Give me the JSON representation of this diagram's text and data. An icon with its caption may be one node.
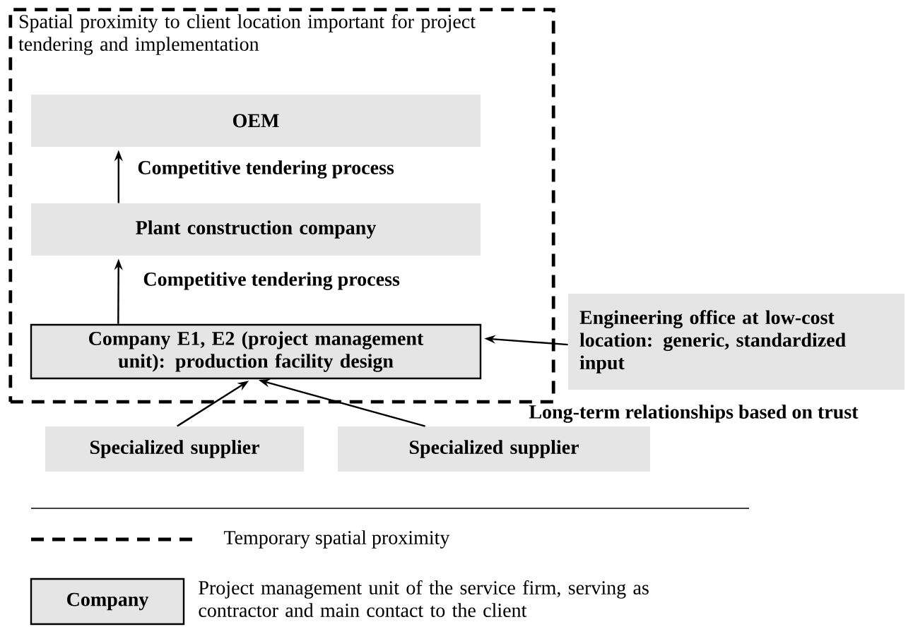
{
  "diagram": {
    "nodes": [
      {
        "text": [
          "Spatial proximity to client location important for project tendering and implementation"
        ]
      },
      {
        "text": [
          "OEM"
        ],
        "in": 0
      },
      {
        "text": [
          "Plant construction company"
        ],
        "in": 0
      },
      {
        "text": [
          "Company E1, E2 (project management unit): production facility design"
        ],
        "in": 0
      },
      {
        "text": [
          "Engineering office at low-cost location: generic, standardized input"
        ]
      },
      {
        "text": [
          "Specialized supplier"
        ]
      },
      {
        "text": [
          "Specialized supplier"
        ]
      }
    ],
    "edges": [
      {
        "from": 2,
        "to": 1,
        "arrow": "to",
        "label": "Competitive tendering process"
      },
      {
        "from": 3,
        "to": 2,
        "arrow": "to",
        "label": "Competitive tendering process"
      },
      {
        "from": 4,
        "to": 3,
        "arrow": "to"
      },
      {
        "from": 5,
        "to": 3,
        "arrow": "to"
      },
      {
        "from": 6,
        "to": 3,
        "arrow": "to"
      }
    ],
    "labels": [
      "Long-term relationships based on trust",
      "Company"
    ],
    "legend": [
      {
        "text": "Temporary spatial proximity"
      },
      {
        "text": "Project management unit of the service firm, serving as contractor and main contact to the client"
      }
    ]
  }
}
